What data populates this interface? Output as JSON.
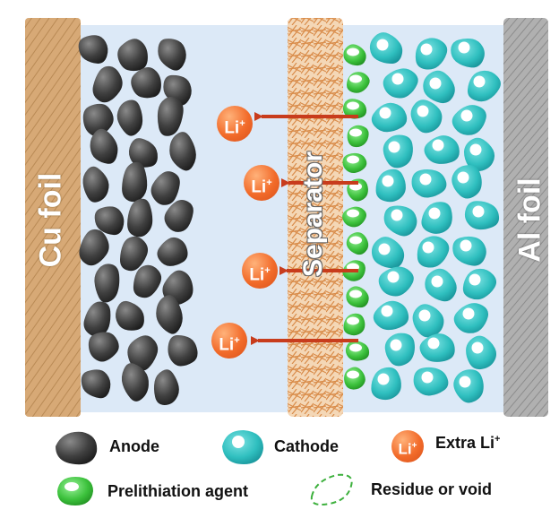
{
  "labels": {
    "cu_foil": "Cu foil",
    "al_foil": "Al foil",
    "separator": "Separator",
    "li_base": "Li",
    "li_sup": "+"
  },
  "legend": {
    "anode": "Anode",
    "cathode": "Cathode",
    "extra_li": "Extra Li",
    "extra_li_sup": "+",
    "prelithiation": "Prelithiation agent",
    "residue": "Residue or void"
  },
  "colors": {
    "electrolyte": "#dce9f7",
    "cu_foil": "#d7a976",
    "al_foil": "#a9a9a9",
    "separator": "#d98c4a",
    "anode": "#3f3f3f",
    "cathode": "#2fbfbf",
    "prelithiation": "#3cc13c",
    "li_ion": "#f26b2a",
    "arrow": "#c83c1c",
    "residue_outline": "#3cb03c"
  }
}
